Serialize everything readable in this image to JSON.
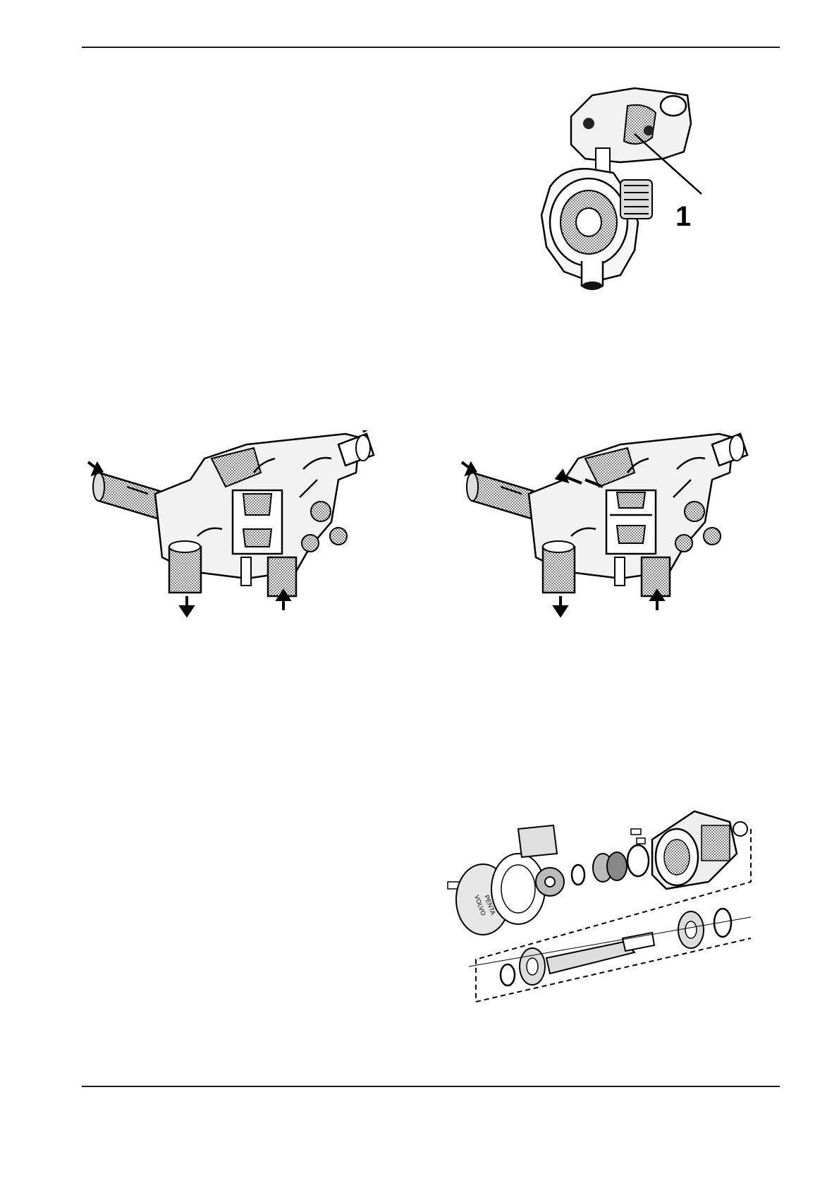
{
  "figure_pump_housing": {
    "callout": "1"
  },
  "figure_thermostat_closed": {},
  "figure_thermostat_open": {},
  "figure_seawater_pump_exploded": {
    "cover_marking_line1": "VOLVO",
    "cover_marking_line2": "PENTA"
  }
}
